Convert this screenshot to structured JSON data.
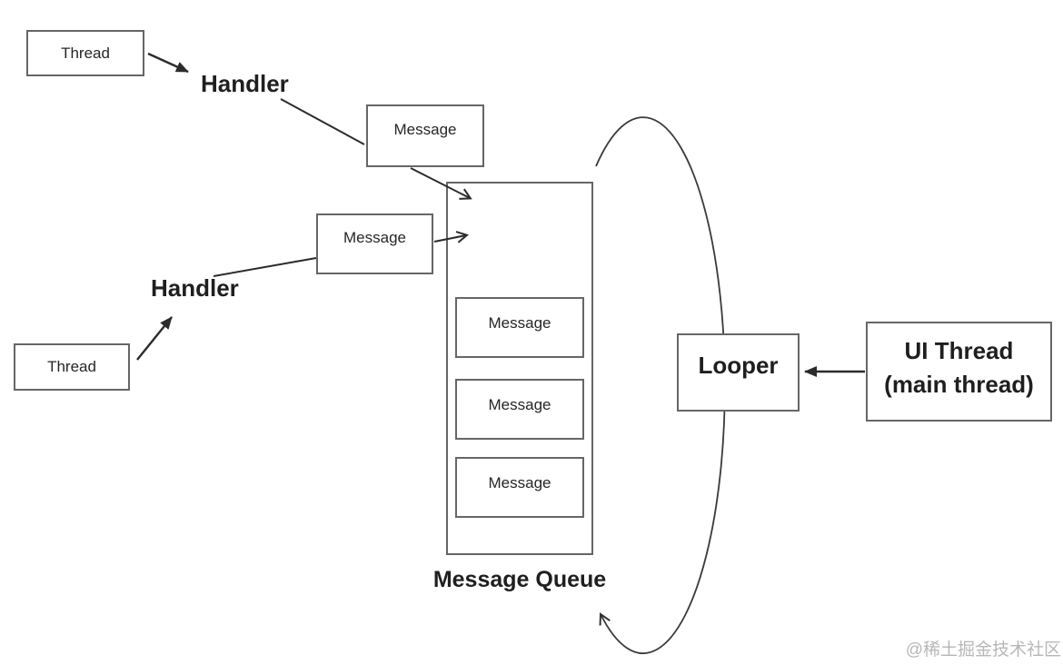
{
  "diagram_title": "Android Handler / Looper / MessageQueue message passing diagram",
  "labels": {
    "thread_top": "Thread",
    "handler_top": "Handler",
    "message_top": "Message",
    "message_mid": "Message",
    "handler_bottom": "Handler",
    "thread_bottom": "Thread",
    "queue_message_1": "Message",
    "queue_message_2": "Message",
    "queue_message_3": "Message",
    "message_queue_caption": "Message Queue",
    "looper": "Looper",
    "ui_thread_line1": "UI Thread",
    "ui_thread_line2": "(main thread)",
    "watermark": "@稀土掘金技术社区"
  },
  "edges": [
    {
      "from": "thread_top",
      "to": "handler_top",
      "arrowhead": "solid"
    },
    {
      "from": "handler_top",
      "to": "message_top",
      "arrowhead": "none"
    },
    {
      "from": "message_top",
      "to": "message_queue",
      "arrowhead": "open"
    },
    {
      "from": "message_mid",
      "to": "message_queue",
      "arrowhead": "open"
    },
    {
      "from": "handler_bottom",
      "to": "message_mid",
      "arrowhead": "none"
    },
    {
      "from": "thread_bottom",
      "to": "handler_bottom",
      "arrowhead": "solid"
    },
    {
      "from": "ui_thread",
      "to": "looper",
      "arrowhead": "solid"
    },
    {
      "from": "looper_loop",
      "to": "message_queue_bottom",
      "arrowhead": "open",
      "shape": "ellipse-arc"
    }
  ],
  "colors": {
    "background": "#ffffff",
    "box_border": "#666666",
    "line": "#333333",
    "text": "#1f1f1f",
    "watermark": "#b7b7b7"
  }
}
